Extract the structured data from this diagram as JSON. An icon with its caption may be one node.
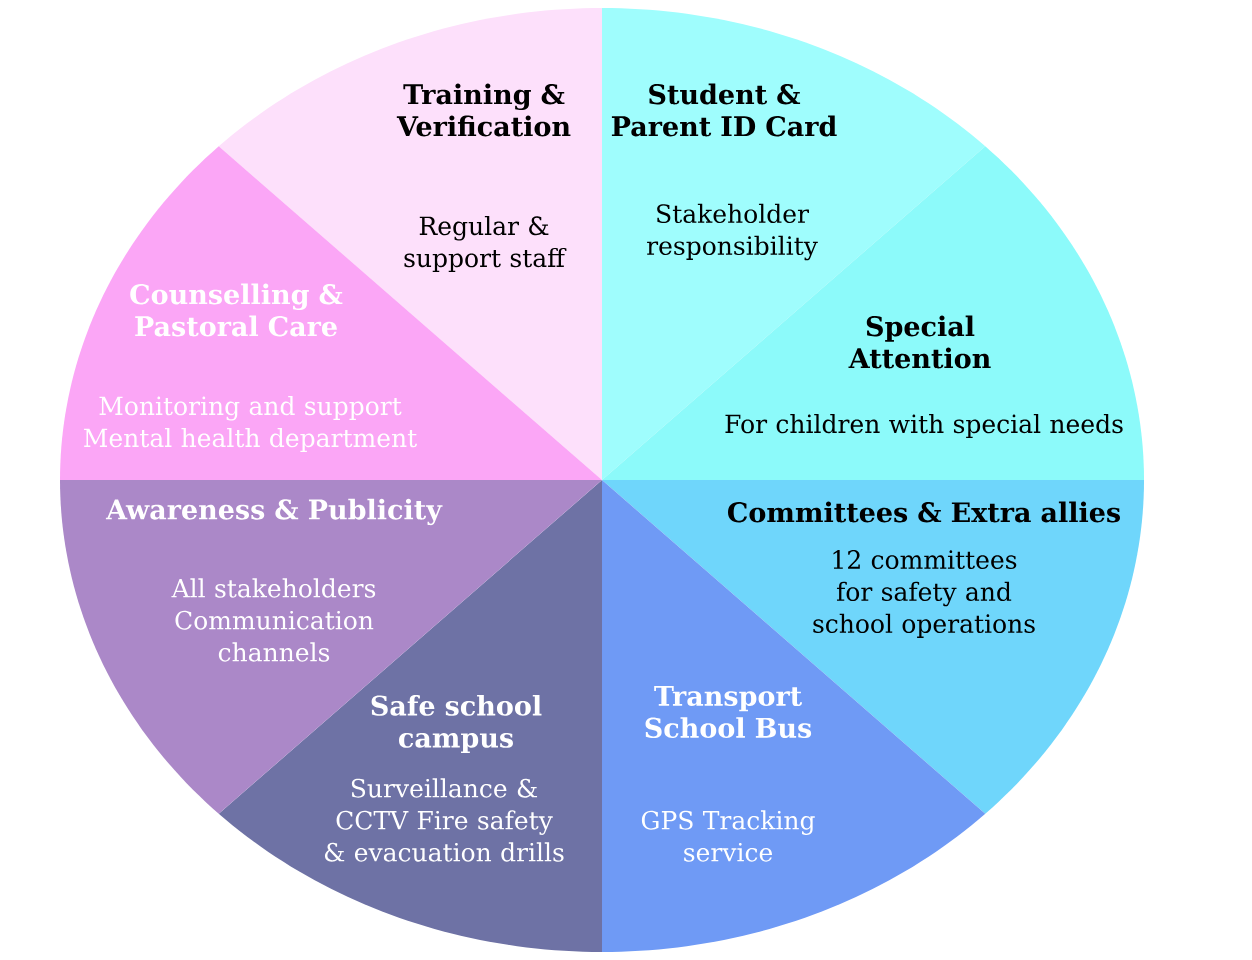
{
  "diagram": {
    "nodes": [
      {
        "text": [
          "Training & Verification",
          "Regular & support staff"
        ]
      },
      {
        "text": [
          "Student & Parent ID Card",
          "Stakeholder responsibility"
        ]
      },
      {
        "text": [
          "Special Attention",
          "For children with special needs"
        ]
      },
      {
        "text": [
          "Committees & Extra allies",
          "12 committees for safety and school operations"
        ]
      },
      {
        "text": [
          "Transport School Bus",
          "GPS Tracking service"
        ]
      },
      {
        "text": [
          "Safe school campus",
          "Surveillance & CCTV Fire safety & evacuation drills"
        ]
      },
      {
        "text": [
          "Awareness & Publicity",
          "All stakeholders Communication channels"
        ]
      },
      {
        "text": [
          "Counselling & Pastoral Care",
          "Monitoring and support Mental health department"
        ]
      }
    ]
  }
}
